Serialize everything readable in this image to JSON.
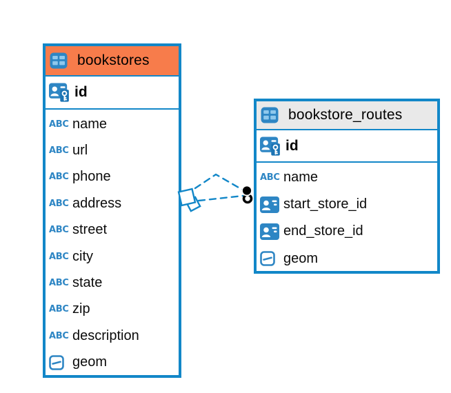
{
  "colors": {
    "table_border": "#1287C8",
    "icon_blue": "#2E86C4",
    "icon_blue_dark": "#1C74B4",
    "relationship_line": "#1287C8",
    "endpoint_black": "#000000",
    "bookstores_header_bg": "#F77C4B",
    "routes_header_bg": "#E9E9E9"
  },
  "icons": {
    "text_type_glyph": "ABC"
  },
  "tables": [
    {
      "name": "bookstores",
      "header_bg": "#F77C4B",
      "highlighted": true,
      "primary_key": {
        "name": "id",
        "type": "pk"
      },
      "columns": [
        {
          "name": "name",
          "type": "text"
        },
        {
          "name": "url",
          "type": "text"
        },
        {
          "name": "phone",
          "type": "text"
        },
        {
          "name": "address",
          "type": "text"
        },
        {
          "name": "street",
          "type": "text"
        },
        {
          "name": "city",
          "type": "text"
        },
        {
          "name": "state",
          "type": "text"
        },
        {
          "name": "zip",
          "type": "text"
        },
        {
          "name": "description",
          "type": "text"
        },
        {
          "name": "geom",
          "type": "geom"
        }
      ]
    },
    {
      "name": "bookstore_routes",
      "header_bg": "#E9E9E9",
      "highlighted": false,
      "primary_key": {
        "name": "id",
        "type": "pk"
      },
      "columns": [
        {
          "name": "name",
          "type": "text"
        },
        {
          "name": "start_store_id",
          "type": "fk"
        },
        {
          "name": "end_store_id",
          "type": "fk"
        },
        {
          "name": "geom",
          "type": "geom"
        }
      ]
    }
  ],
  "relationships": [
    {
      "from": "bookstores",
      "to": "bookstore_routes",
      "line_style": "dashed",
      "from_marker": "overlapping-squares",
      "to_marker": "filled-circle"
    },
    {
      "from": "bookstores",
      "to": "bookstore_routes",
      "line_style": "dashed",
      "from_marker": "overlapping-squares",
      "to_marker": "ring-circle"
    }
  ]
}
